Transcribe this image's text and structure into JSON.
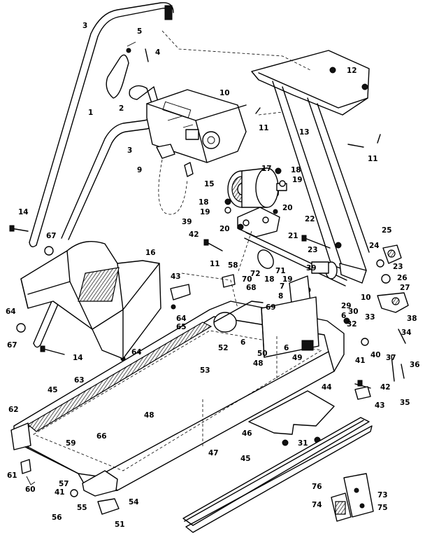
{
  "diagram": {
    "labels": {
      "p1": "1",
      "p2": "2",
      "p3a": "3",
      "p3b": "3",
      "p4": "4",
      "p5": "5",
      "p6a": "6",
      "p6b": "6",
      "p6c": "6",
      "p7": "7",
      "p8": "8",
      "p9": "9",
      "p10a": "10",
      "p10b": "10",
      "p11a": "11",
      "p11b": "11",
      "p11c": "11",
      "p12": "12",
      "p13": "13",
      "p14a": "14",
      "p14b": "14",
      "p15": "15",
      "p16": "16",
      "p17": "17",
      "p18a": "18",
      "p18b": "18",
      "p18c": "18",
      "p19a": "19",
      "p19b": "19",
      "p19c": "19",
      "p20a": "20",
      "p20b": "20",
      "p21": "21",
      "p22": "22",
      "p23a": "23",
      "p23b": "23",
      "p24": "24",
      "p25": "25",
      "p26": "26",
      "p27": "27",
      "p29": "29",
      "p30": "30",
      "p31": "31",
      "p32": "32",
      "p33": "33",
      "p34": "34",
      "p35": "35",
      "p36": "36",
      "p37": "37",
      "p38": "38",
      "p39a": "39",
      "p39b": "39",
      "p40": "40",
      "p41a": "41",
      "p41b": "41",
      "p42a": "42",
      "p42b": "42",
      "p43a": "43",
      "p43b": "43",
      "p44": "44",
      "p45a": "45",
      "p45b": "45",
      "p46": "46",
      "p47": "47",
      "p48a": "48",
      "p48b": "48",
      "p49": "49",
      "p50": "50",
      "p51": "51",
      "p52": "52",
      "p53": "53",
      "p54": "54",
      "p55": "55",
      "p56": "56",
      "p57": "57",
      "p58": "58",
      "p59": "59",
      "p60": "60",
      "p61": "61",
      "p62": "62",
      "p63": "63",
      "p64a": "64",
      "p64b": "64",
      "p64c": "64",
      "p65": "65",
      "p66": "66",
      "p67a": "67",
      "p67b": "67",
      "p68": "68",
      "p69": "69",
      "p70": "70",
      "p71": "71",
      "p72": "72",
      "p73": "73",
      "p74": "74",
      "p75": "75",
      "p76": "76"
    }
  }
}
